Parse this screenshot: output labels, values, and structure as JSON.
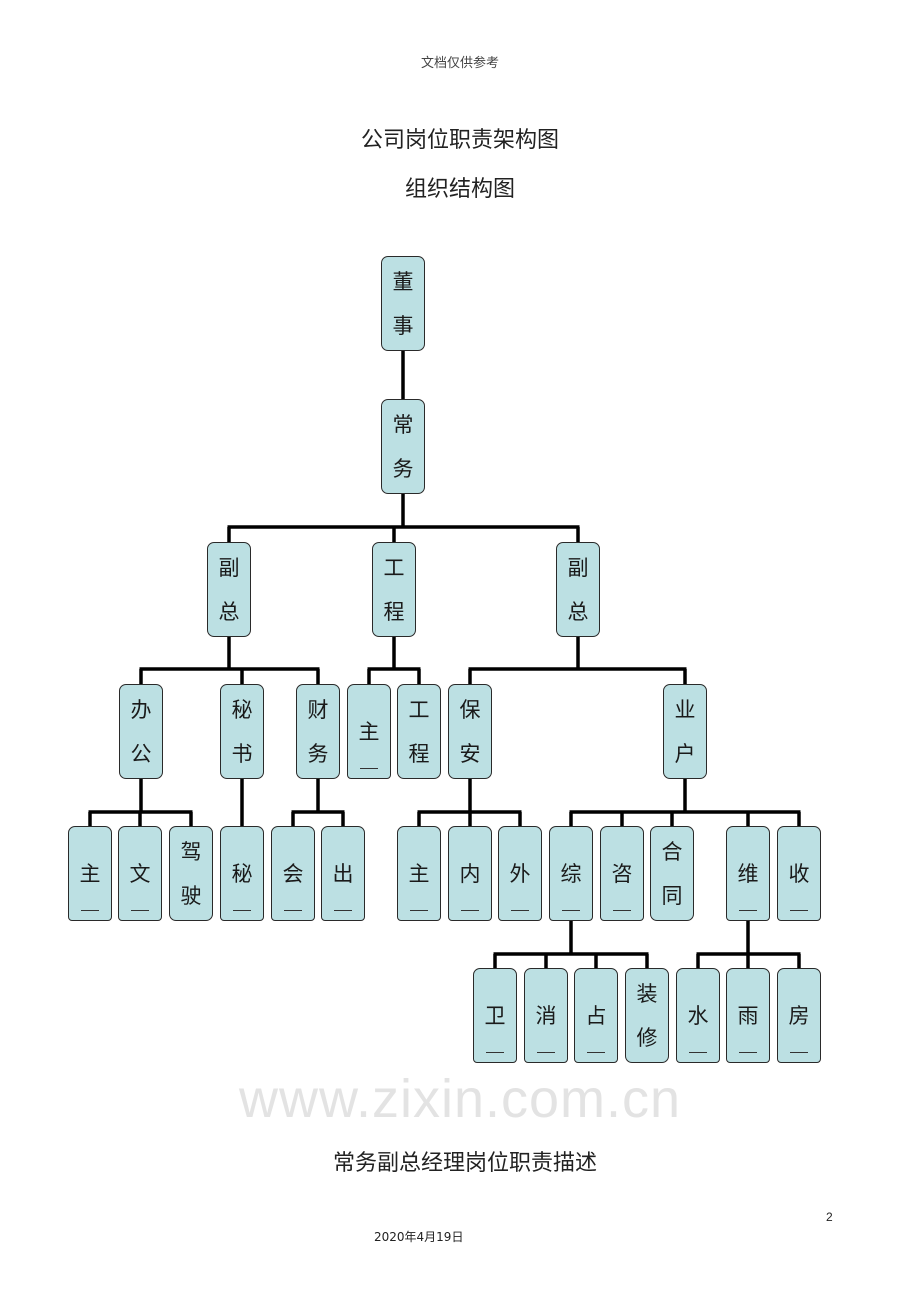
{
  "header": {
    "note": "文档仅供参考"
  },
  "titles": {
    "main": "公司岗位职责架构图",
    "sub": "组织结构图"
  },
  "watermark": "www.zixin.com.cn",
  "colors": {
    "node_fill": "#bce0e3",
    "node_border": "#2a2a2a",
    "connector": "#000000"
  },
  "org_chart": {
    "nodes": [
      {
        "id": "n1",
        "chars": [
          "董",
          "事"
        ],
        "parent": null
      },
      {
        "id": "n2",
        "chars": [
          "常",
          "务"
        ],
        "parent": "n1"
      },
      {
        "id": "n3",
        "chars": [
          "副",
          "总"
        ],
        "parent": "n2"
      },
      {
        "id": "n4",
        "chars": [
          "工",
          "程"
        ],
        "parent": "n2"
      },
      {
        "id": "n5",
        "chars": [
          "副",
          "总"
        ],
        "parent": "n2"
      },
      {
        "id": "n6",
        "chars": [
          "办",
          "公"
        ],
        "parent": "n3"
      },
      {
        "id": "n7",
        "chars": [
          "秘",
          "书"
        ],
        "parent": "n3"
      },
      {
        "id": "n8",
        "chars": [
          "财",
          "务"
        ],
        "parent": "n3"
      },
      {
        "id": "n9",
        "chars": [
          "主"
        ],
        "parent": "n4",
        "clipped": true
      },
      {
        "id": "n10",
        "chars": [
          "工",
          "程"
        ],
        "parent": "n4"
      },
      {
        "id": "n11",
        "chars": [
          "保",
          "安"
        ],
        "parent": "n5"
      },
      {
        "id": "n12",
        "chars": [
          "业",
          "户"
        ],
        "parent": "n5"
      },
      {
        "id": "n13",
        "chars": [
          "主"
        ],
        "parent": "n6",
        "clipped": true
      },
      {
        "id": "n14",
        "chars": [
          "文"
        ],
        "parent": "n6",
        "clipped": true
      },
      {
        "id": "n15",
        "chars": [
          "驾",
          "驶"
        ],
        "parent": "n6"
      },
      {
        "id": "n16",
        "chars": [
          "秘"
        ],
        "parent": "n7",
        "clipped": true
      },
      {
        "id": "n17",
        "chars": [
          "会"
        ],
        "parent": "n8",
        "clipped": true
      },
      {
        "id": "n18",
        "chars": [
          "出"
        ],
        "parent": "n8",
        "clipped": true
      },
      {
        "id": "n19",
        "chars": [
          "主"
        ],
        "parent": "n11",
        "clipped": true
      },
      {
        "id": "n20",
        "chars": [
          "内"
        ],
        "parent": "n11",
        "clipped": true
      },
      {
        "id": "n21",
        "chars": [
          "外"
        ],
        "parent": "n11",
        "clipped": true
      },
      {
        "id": "n22",
        "chars": [
          "综"
        ],
        "parent": "n12",
        "clipped": true
      },
      {
        "id": "n23",
        "chars": [
          "咨"
        ],
        "parent": "n12",
        "clipped": true
      },
      {
        "id": "n24",
        "chars": [
          "合",
          "同"
        ],
        "parent": "n12"
      },
      {
        "id": "n25",
        "chars": [
          "维"
        ],
        "parent": "n12",
        "clipped": true
      },
      {
        "id": "n26",
        "chars": [
          "收"
        ],
        "parent": "n12",
        "clipped": true
      },
      {
        "id": "n27",
        "chars": [
          "卫"
        ],
        "parent": "n22",
        "clipped": true
      },
      {
        "id": "n28",
        "chars": [
          "消"
        ],
        "parent": "n22",
        "clipped": true
      },
      {
        "id": "n29",
        "chars": [
          "占"
        ],
        "parent": "n22",
        "clipped": true
      },
      {
        "id": "n30",
        "chars": [
          "装",
          "修"
        ],
        "parent": "n22"
      },
      {
        "id": "n31",
        "chars": [
          "水"
        ],
        "parent": "n25",
        "clipped": true
      },
      {
        "id": "n32",
        "chars": [
          "雨"
        ],
        "parent": "n25",
        "clipped": true
      },
      {
        "id": "n33",
        "chars": [
          "房"
        ],
        "parent": "n25",
        "clipped": true
      }
    ]
  },
  "section": {
    "title": "常务副总经理岗位职责描述"
  },
  "footer": {
    "page_number": "2",
    "date": "2020年4月19日"
  }
}
